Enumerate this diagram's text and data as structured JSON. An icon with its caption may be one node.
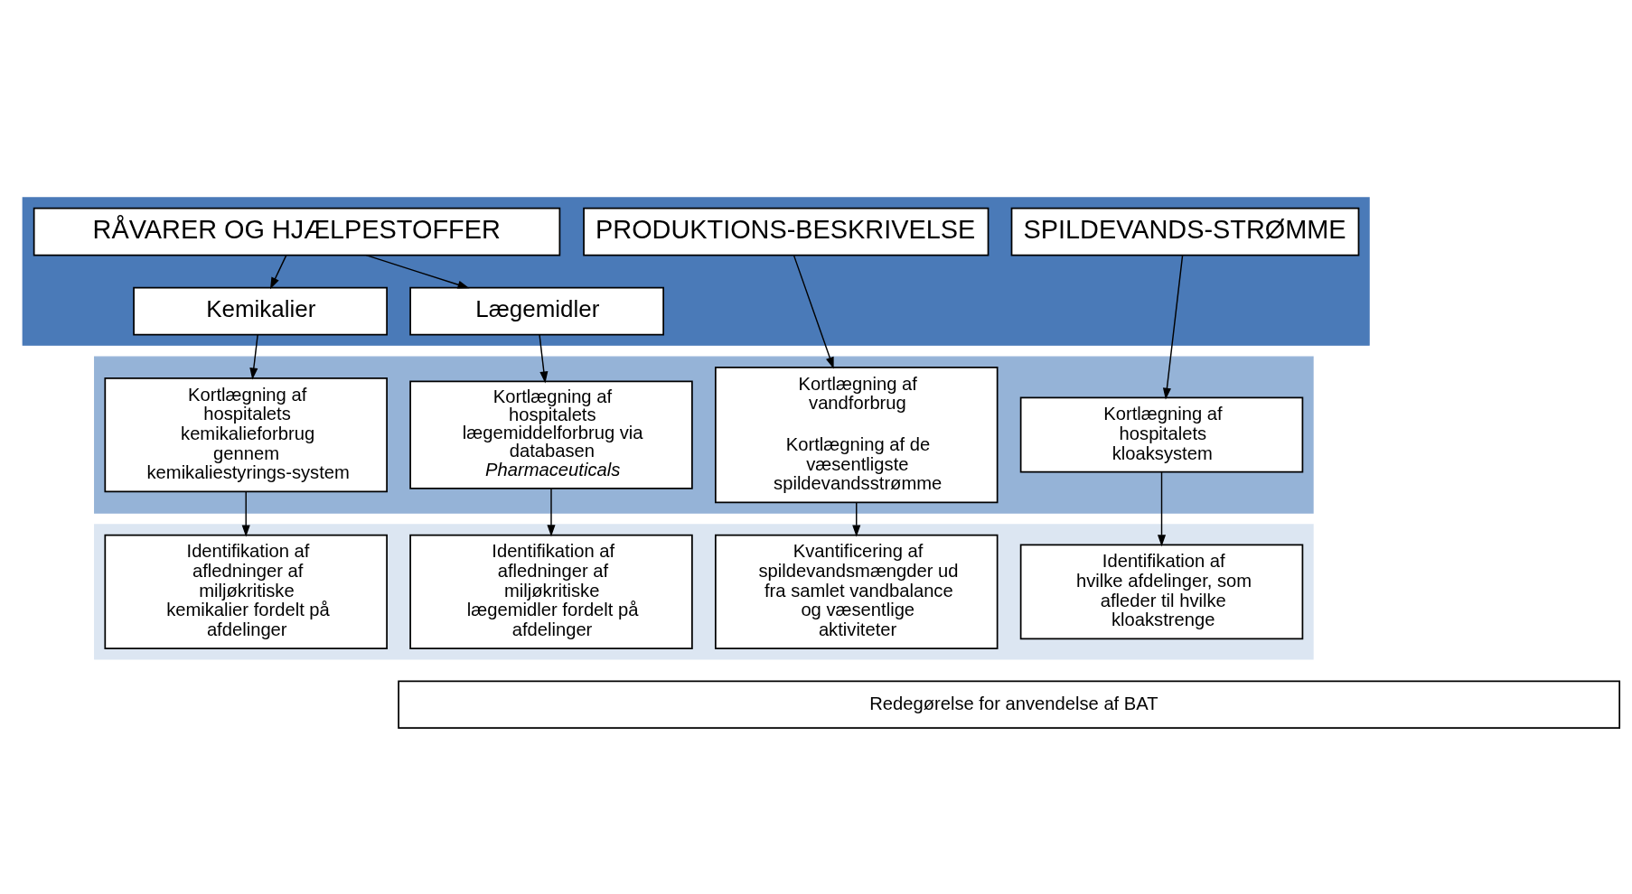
{
  "diagram": {
    "nodes": [
      {
        "text": [],
        "shape": "box"
      },
      {
        "text": [],
        "shape": "box"
      },
      {
        "text": [],
        "shape": "box"
      },
      {
        "text": [
          "PRODUKTIONS-BESKRIVELSE"
        ],
        "in": 0
      },
      {
        "text": [
          "RÅVARER OG HJÆLPESTOFFER"
        ],
        "in": 0
      },
      {
        "text": [
          "Kemikalier"
        ],
        "in": 0
      },
      {
        "text": [
          "Lægemidler"
        ],
        "in": 0
      },
      {
        "text": [
          "SPILDEVANDS-STRØMME"
        ],
        "in": 0
      },
      {
        "text": [
          "Kortlægning af vandforbrug",
          "Kortlægning af de væsentligste spildevandsstrømme"
        ],
        "in": 1
      },
      {
        "text": [
          "Kortlægning af hospitalets kemikalieforbrug gennem kemikaliestyrings-system"
        ],
        "in": 1
      },
      {
        "text": [
          "Kortlægning af hospitalets lægemiddelforbrug via databasen *Pharmaceuticals*"
        ],
        "in": 1
      },
      {
        "text": [
          "Kortlægning af hospitalets kloaksystem"
        ],
        "in": 1
      },
      {
        "text": [
          "Kvantificering af spildevandsmængder ud fra samlet vandbalance og væsentlige aktiviteter"
        ],
        "in": 2
      },
      {
        "text": [
          "Identifikation af afledninger af miljøkritiske kemikalier fordelt på afdelinger"
        ],
        "in": 2
      },
      {
        "text": [
          "Identifikation af afledninger af miljøkritiske lægemidler fordelt på afdelinger"
        ],
        "in": 2
      },
      {
        "text": [
          "Identifikation af hvilke afdelinger, som afleder til hvilke kloakstrenge"
        ],
        "in": 2
      },
      {
        "text": [
          "Redegørelse for anvendelse af BAT"
        ]
      }
    ],
    "edges": [
      {
        "from": 4,
        "to": 5,
        "arrow": "to"
      },
      {
        "from": 4,
        "to": 6,
        "arrow": "to"
      },
      {
        "from": 3,
        "to": 8,
        "arrow": "to"
      },
      {
        "from": 5,
        "to": 9,
        "arrow": "to"
      },
      {
        "from": 6,
        "to": 10,
        "arrow": "to"
      },
      {
        "from": 7,
        "to": 11,
        "arrow": "to"
      },
      {
        "from": 8,
        "to": 12,
        "arrow": "to"
      },
      {
        "from": 9,
        "to": 13,
        "arrow": "to"
      },
      {
        "from": 10,
        "to": 14,
        "arrow": "to"
      },
      {
        "from": 11,
        "to": 15,
        "arrow": "to"
      }
    ]
  }
}
